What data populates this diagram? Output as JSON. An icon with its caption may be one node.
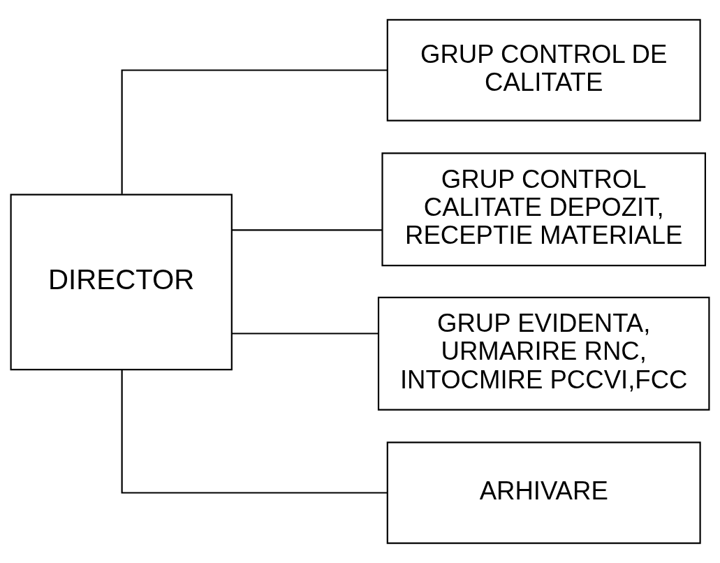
{
  "diagram": {
    "nodes": [
      {
        "text": [
          "DIRECTOR"
        ]
      },
      {
        "text": [
          "GRUP CONTROL DE CALITATE"
        ]
      },
      {
        "text": [
          "GRUP CONTROL CALITATE DEPOZIT, RECEPTIE MATERIALE"
        ]
      },
      {
        "text": [
          "GRUP EVIDENTA, URMARIRE RNC, INTOCMIRE PCCVI,FCC"
        ]
      },
      {
        "text": [
          "ARHIVARE"
        ]
      }
    ],
    "edges": [
      {
        "from": 0,
        "to": 1,
        "arrow": "none"
      },
      {
        "from": 0,
        "to": 2,
        "arrow": "none"
      },
      {
        "from": 0,
        "to": 3,
        "arrow": "none"
      },
      {
        "from": 0,
        "to": 4,
        "arrow": "none"
      }
    ]
  }
}
